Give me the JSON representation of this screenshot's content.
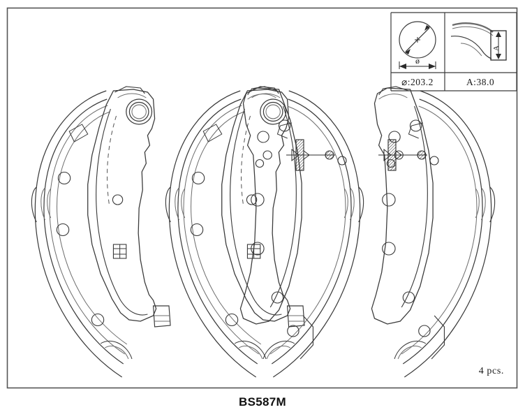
{
  "drawing": {
    "part_number": "BS587M",
    "quantity_label": "4 pcs.",
    "frame": {
      "border_color": "#555555"
    },
    "spec_table": {
      "diameter": {
        "label": "⌀:203.2",
        "symbol": "⌀",
        "value": "203.2",
        "dim_letter": "ø"
      },
      "width": {
        "label": "A:38.0",
        "symbol": "A",
        "value": "38.0",
        "dim_letter": "A"
      }
    },
    "colors": {
      "line": "#3a3a3a",
      "line_light": "#6e6e6e",
      "hatch": "#2b2b2b",
      "text": "#1a1a1a",
      "fill": "#ffffff"
    },
    "shoes": [
      {
        "name": "shoe-left-1",
        "orientation": "opens-right",
        "has_pivot_hub": true
      },
      {
        "name": "shoe-left-2",
        "orientation": "opens-right",
        "has_pivot_hub": true
      },
      {
        "name": "shoe-right-1",
        "orientation": "opens-left",
        "has_pivot_hub": false
      },
      {
        "name": "shoe-right-2",
        "orientation": "opens-left",
        "has_pivot_hub": false
      }
    ]
  }
}
